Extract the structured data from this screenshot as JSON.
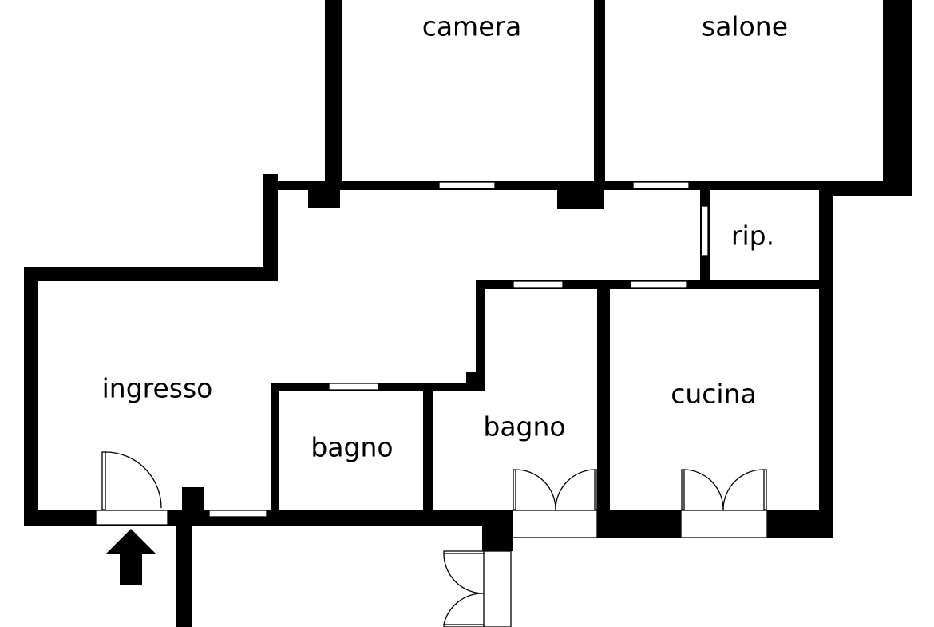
{
  "plan": {
    "rooms": {
      "camera": "camera",
      "salone": "salone",
      "rip": "rip.",
      "ingresso": "ingresso",
      "bagno_small": "bagno",
      "bagno_large": "bagno",
      "cucina": "cucina"
    },
    "colors": {
      "wall": "#000000",
      "background": "#ffffff"
    },
    "icons": {
      "entrance": "arrow-up-icon"
    }
  }
}
